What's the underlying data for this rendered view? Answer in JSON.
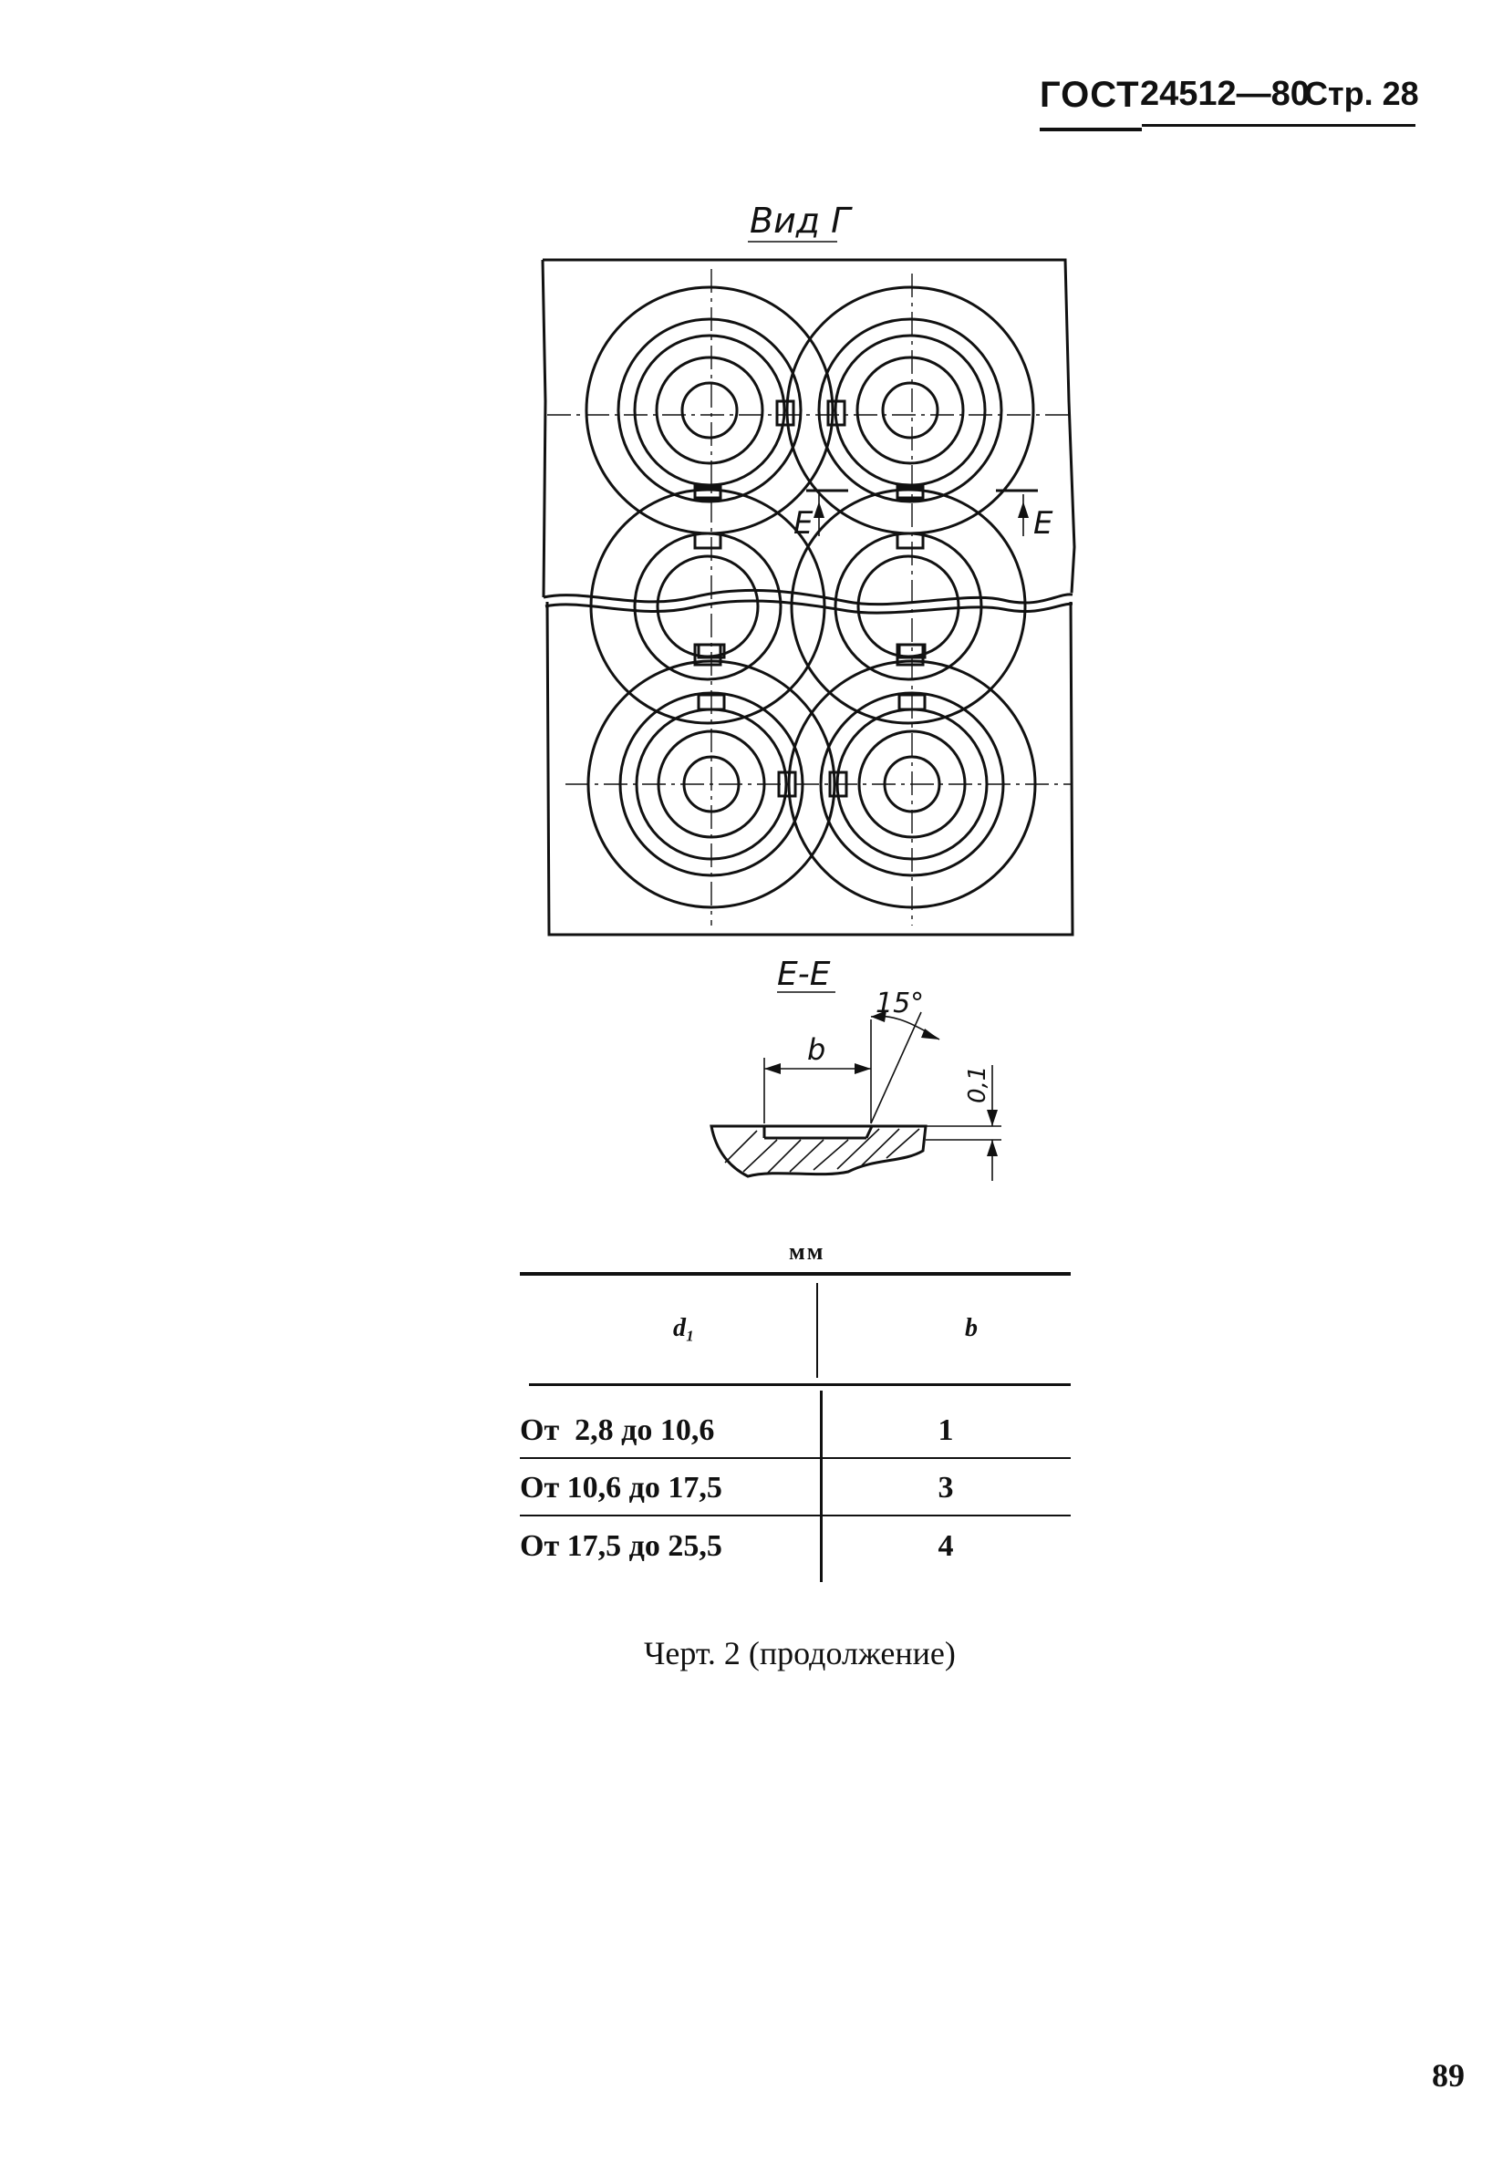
{
  "header": {
    "gost": "ГОСТ",
    "number": "24512—80",
    "page": "Стр. 28"
  },
  "drawing": {
    "view_title": "Вид Г",
    "section_mark": "Е",
    "section_title": "Е-Е",
    "angle_label": "15°",
    "dim_b": "b",
    "dim_depth": "0,1"
  },
  "table": {
    "units": "мм",
    "headers": [
      "d₁",
      "b"
    ],
    "rows": [
      {
        "d1": "От  2,8 до 10,6",
        "b": "1"
      },
      {
        "d1": "От 10,6 до 17,5",
        "b": "3"
      },
      {
        "d1": "От 17,5 до 25,5",
        "b": "4"
      }
    ]
  },
  "caption": "Черт. 2 (продолжение)",
  "page_number": "89"
}
